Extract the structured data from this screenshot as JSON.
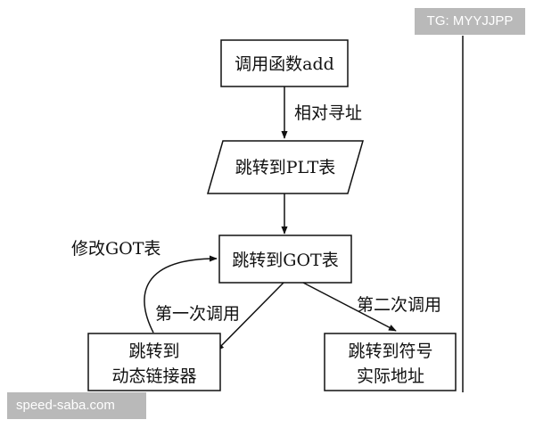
{
  "nodes": {
    "call_add": "调用函数add",
    "jump_plt": "跳转到PLT表",
    "jump_got": "跳转到GOT表",
    "dyn_linker_line1": "跳转到",
    "dyn_linker_line2": "动态链接器",
    "real_addr_line1": "跳转到符号",
    "real_addr_line2": "实际地址"
  },
  "edge_labels": {
    "relative_addressing": "相对寻址",
    "modify_got": "修改GOT表",
    "first_call": "第一次调用",
    "second_call": "第二次调用"
  },
  "watermarks": {
    "top_right": "TG: MYYJJPP",
    "bottom_left": "speed-saba.com"
  },
  "colors": {
    "line": "#111111",
    "watermark_bg": "#b9b9b9"
  }
}
